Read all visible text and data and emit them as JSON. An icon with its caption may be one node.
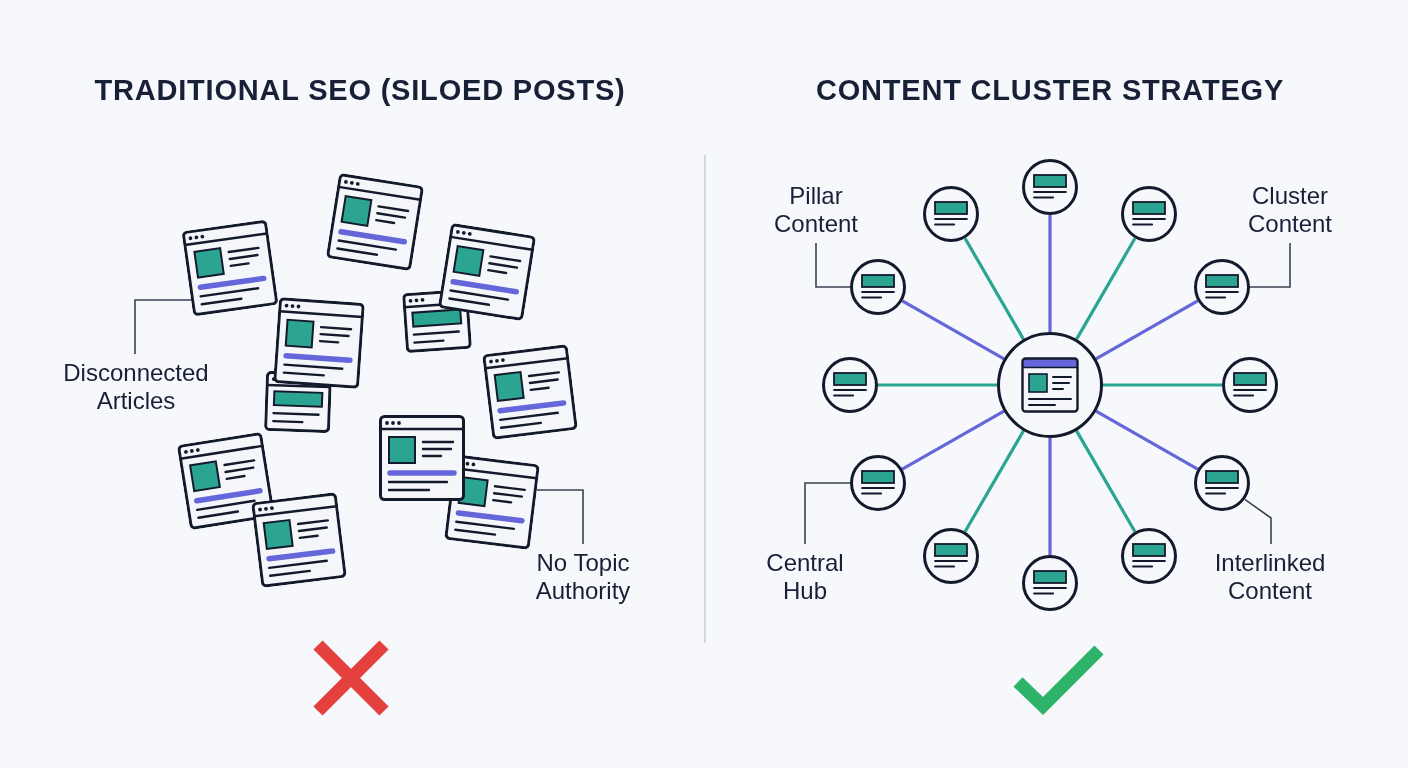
{
  "diagram": {
    "nodes": [
      {
        "text": [],
        "shape": "picture"
      },
      {
        "text": [
          "Disconnected Articles"
        ]
      },
      {
        "text": [],
        "shape": "picture"
      },
      {
        "text": [
          "No Topic Authority"
        ]
      },
      {
        "text": [],
        "shape": "circle"
      },
      {
        "text": [
          "Pillar Content"
        ]
      },
      {
        "text": [],
        "shape": "circle"
      },
      {
        "text": [],
        "shape": "circle"
      },
      {
        "text": [
          "Cluster Content"
        ]
      },
      {
        "text": [],
        "shape": "circle"
      },
      {
        "text": [],
        "shape": "circle"
      },
      {
        "text": [],
        "shape": "circle"
      },
      {
        "text": [],
        "shape": "circle"
      },
      {
        "text": [],
        "shape": "circle"
      },
      {
        "text": [],
        "shape": "circle"
      },
      {
        "text": [],
        "shape": "circle"
      },
      {
        "text": [],
        "shape": "circle"
      },
      {
        "text": [],
        "shape": "circle"
      },
      {
        "text": [
          "Central Hub"
        ]
      },
      {
        "text": [
          "Interlinked Content"
        ]
      },
      {
        "text": [],
        "shape": "circle"
      }
    ],
    "edges": [
      {
        "from": 1,
        "to": 0,
        "arrow": "none",
        "color": "#3b4352"
      },
      {
        "from": 3,
        "to": 2,
        "arrow": "none",
        "color": "#3b4352"
      },
      {
        "from": 5,
        "to": 9,
        "arrow": "none",
        "color": "#3b4352"
      },
      {
        "from": 8,
        "to": 10,
        "arrow": "none",
        "color": "#3b4352"
      },
      {
        "from": 18,
        "to": 14,
        "arrow": "none",
        "color": "#3b4352"
      },
      {
        "from": 19,
        "to": 15,
        "arrow": "none",
        "color": "#3b4352"
      },
      {
        "from": 12,
        "to": 4,
        "arrow": "none",
        "color": "#6466da"
      },
      {
        "from": 12,
        "to": 6,
        "arrow": "none",
        "color": "#2ba592"
      },
      {
        "from": 12,
        "to": 7,
        "arrow": "none",
        "color": "#2ba592"
      },
      {
        "from": 12,
        "to": 9,
        "arrow": "none",
        "color": "#6466da"
      },
      {
        "from": 12,
        "to": 10,
        "arrow": "none",
        "color": "#6466da"
      },
      {
        "from": 12,
        "to": 11,
        "arrow": "none",
        "color": "#2ba592"
      },
      {
        "from": 12,
        "to": 13,
        "arrow": "none",
        "color": "#2ba592"
      },
      {
        "from": 12,
        "to": 14,
        "arrow": "none",
        "color": "#6466da"
      },
      {
        "from": 12,
        "to": 15,
        "arrow": "none",
        "color": "#6466da"
      },
      {
        "from": 12,
        "to": 16,
        "arrow": "none",
        "color": "#2ba592"
      },
      {
        "from": 12,
        "to": 17,
        "arrow": "none",
        "color": "#2ba592"
      },
      {
        "from": 12,
        "to": 20,
        "arrow": "none",
        "color": "#6466da"
      }
    ],
    "labels": [
      "TRADITIONAL SEO (SILOED POSTS)",
      "CONTENT CLUSTER STRATEGY"
    ]
  }
}
